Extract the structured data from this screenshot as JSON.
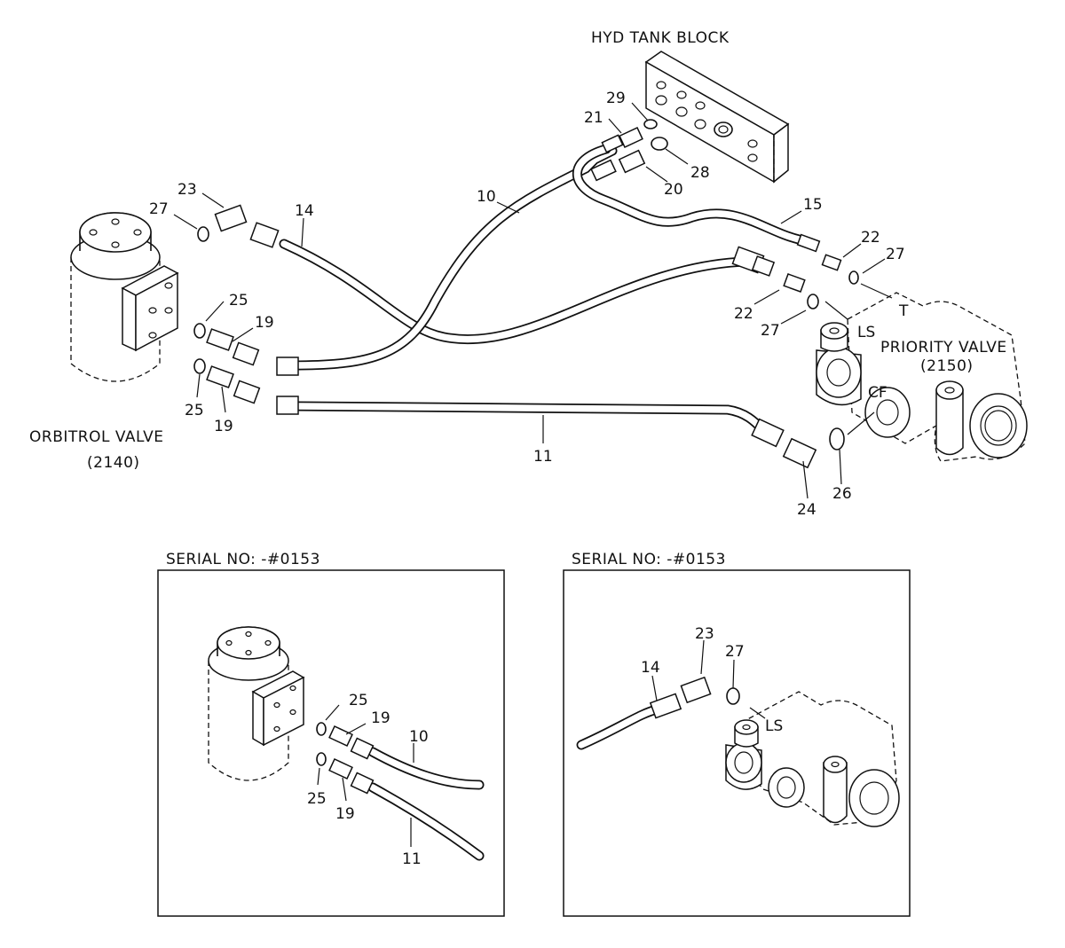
{
  "labels": {
    "hyd_tank_block": "HYD TANK BLOCK",
    "orbitrol_valve": "ORBITROL VALVE",
    "orbitrol_code": "(2140)",
    "priority_valve": "PRIORITY VALVE",
    "priority_code": "(2150)",
    "port_t": "T",
    "port_ls": "LS",
    "port_cf": "CF",
    "inset_left_title": "SERIAL NO: -#0153",
    "inset_right_title": "SERIAL NO: -#0153",
    "inset_right_port_ls": "LS"
  },
  "callouts": {
    "c29": "29",
    "c21": "21",
    "c28": "28",
    "c20": "20",
    "c10": "10",
    "c23": "23",
    "c27a": "27",
    "c14": "14",
    "c15": "15",
    "c22a": "22",
    "c27b": "27",
    "c22b": "22",
    "c27c": "27",
    "c25a": "25",
    "c19a": "19",
    "c25b": "25",
    "c19b": "19",
    "c11": "11",
    "c24": "24",
    "c26": "26",
    "l25a": "25",
    "l19a": "19",
    "l10": "10",
    "l25b": "25",
    "l19b": "19",
    "l11": "11",
    "r14": "14",
    "r23": "23",
    "r27": "27"
  }
}
